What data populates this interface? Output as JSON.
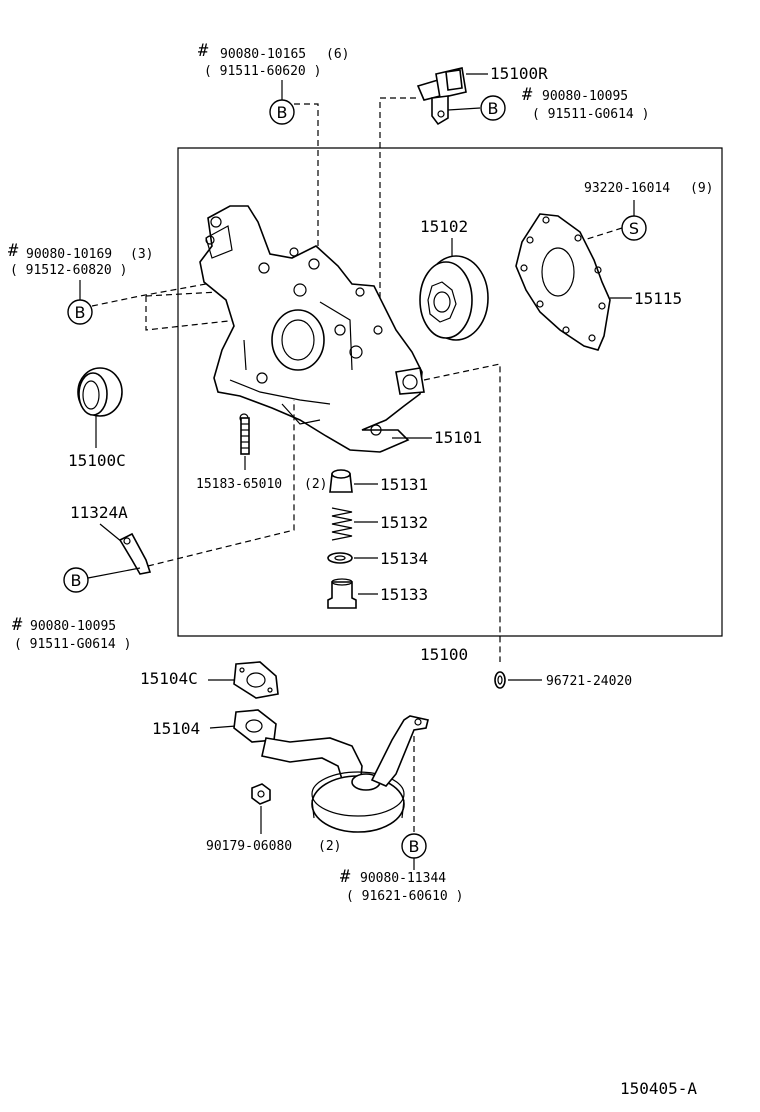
{
  "diagram_id": "150405-A",
  "assembly_label": "15100",
  "callouts": {
    "bolt_top": {
      "code": "90080-10165",
      "qty": "(6)",
      "alt": "( 91511-60620 )",
      "hash": "#"
    },
    "bolt_left": {
      "code": "90080-10169",
      "qty": "(3)",
      "alt": "( 91512-60820 )",
      "hash": "#"
    },
    "bolt_sensor": {
      "code": "90080-10095",
      "alt": "( 91511-G0614 )",
      "hash": "#"
    },
    "bolt_bracket": {
      "code": "90080-10095",
      "alt": "( 91511-G0614 )",
      "hash": "#"
    },
    "bolt_strainer": {
      "code": "90080-11344",
      "alt": "( 91621-60610 )",
      "hash": "#"
    },
    "screw_cover": {
      "code": "93220-16014",
      "qty": "(9)"
    },
    "stud": {
      "code": "15183-65010",
      "qty": "(2)"
    },
    "nut": {
      "code": "90179-06080",
      "qty": "(2)"
    },
    "oring": {
      "code": "96721-24020"
    }
  },
  "parts": {
    "sensor": "15100R",
    "rotor": "15102",
    "cover": "15115",
    "seal": "15100C",
    "body": "15101",
    "valve": "15131",
    "spring": "15132",
    "washer": "15134",
    "plug": "15133",
    "bracket": "11324A",
    "gasket": "15104C",
    "strainer": "15104"
  },
  "markers": {
    "b": "B",
    "s": "S"
  }
}
